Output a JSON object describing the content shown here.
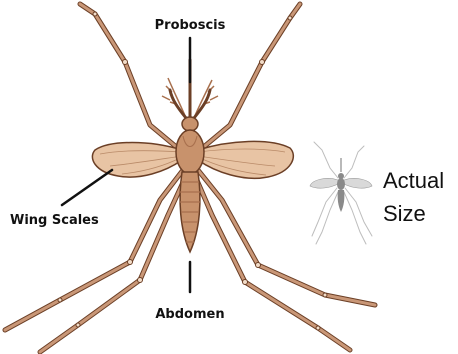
{
  "labels": {
    "proboscis": "Proboscis",
    "wing_scales": "Wing Scales",
    "abdomen": "Abdomen",
    "actual_size_line1": "Actual",
    "actual_size_line2": "Size"
  },
  "colors": {
    "body": "#c8926c",
    "body_dark": "#a8704e",
    "outline": "#6b3f26",
    "wing_fill": "#e8c4a4",
    "leg": "#c99777",
    "leg_joint": "#f2dcc8",
    "leader": "#111111",
    "small_body": "#8a8a8a",
    "small_leg": "#bdbdbd"
  },
  "icons": {
    "main": "mosquito-illustration",
    "small": "actual-size-mosquito-icon"
  }
}
